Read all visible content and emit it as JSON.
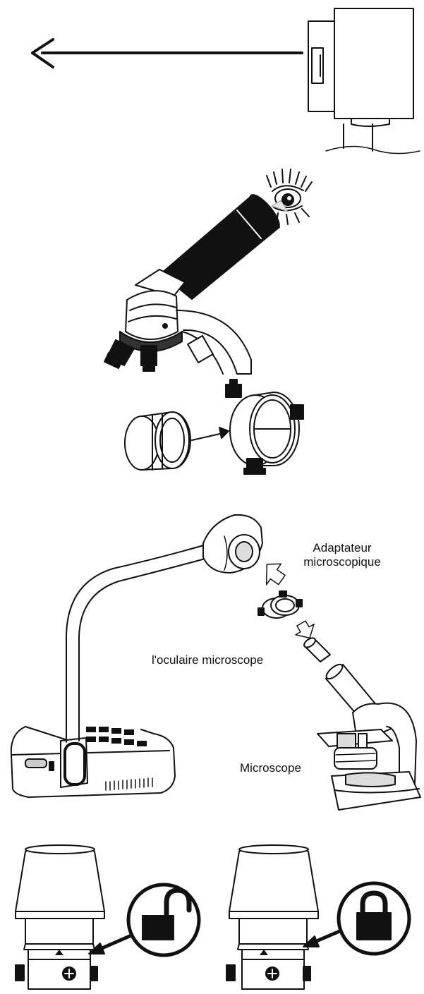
{
  "labels": {
    "adapter": "Adaptateur microscopique",
    "ocular": "l'oculaire microscope",
    "microscope": "Microscope"
  },
  "icons": {
    "direction": "arrow-left-icon",
    "unlocked": "unlocked-padlock-icon",
    "locked": "locked-padlock-icon"
  },
  "colors": {
    "line": "#111111",
    "fill": "#ffffff",
    "dark": "#111111",
    "shade": "#d9d9d9"
  }
}
